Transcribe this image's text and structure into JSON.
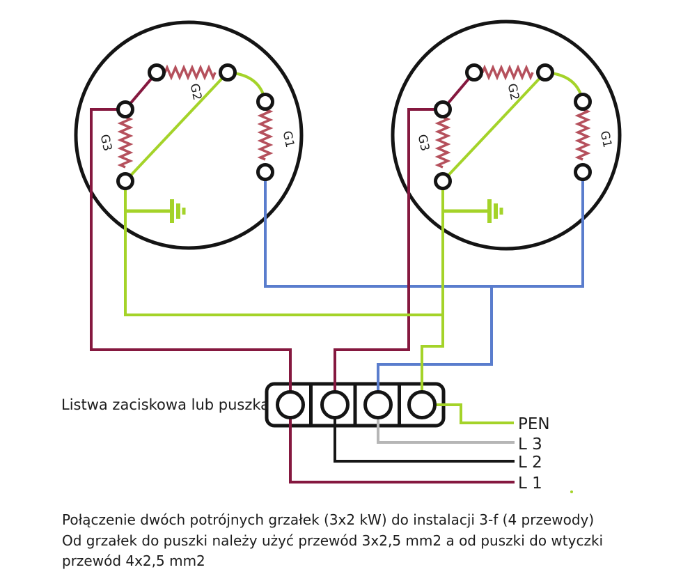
{
  "diagram": {
    "heater_labels": {
      "g1": "G1",
      "g2": "G2",
      "g3": "G3"
    },
    "terminal_strip": {
      "label": "Listwa zaciskowa lub puszka",
      "lines": {
        "pen": "PEN",
        "l3": "L 3",
        "l2": "L 2",
        "l1": "L 1"
      }
    },
    "caption": {
      "lines": [
        "Połączenie dwóch potrójnych grzałek (3x2 kW) do instalacji 3-f (4 przewody)",
        "Od grzałek do puszki należy użyć przewód 3x2,5 mm2 a od puszki do wtyczki",
        "przewód 4x2,5 mm2"
      ]
    },
    "colors": {
      "l1_maroon": "#85183f",
      "l2_black": "#161616",
      "l3_gray": "#b6b6b6",
      "pen_green": "#a4d329",
      "neutral_blue": "#5a7dcd",
      "resistor_red": "#b5505c"
    }
  }
}
